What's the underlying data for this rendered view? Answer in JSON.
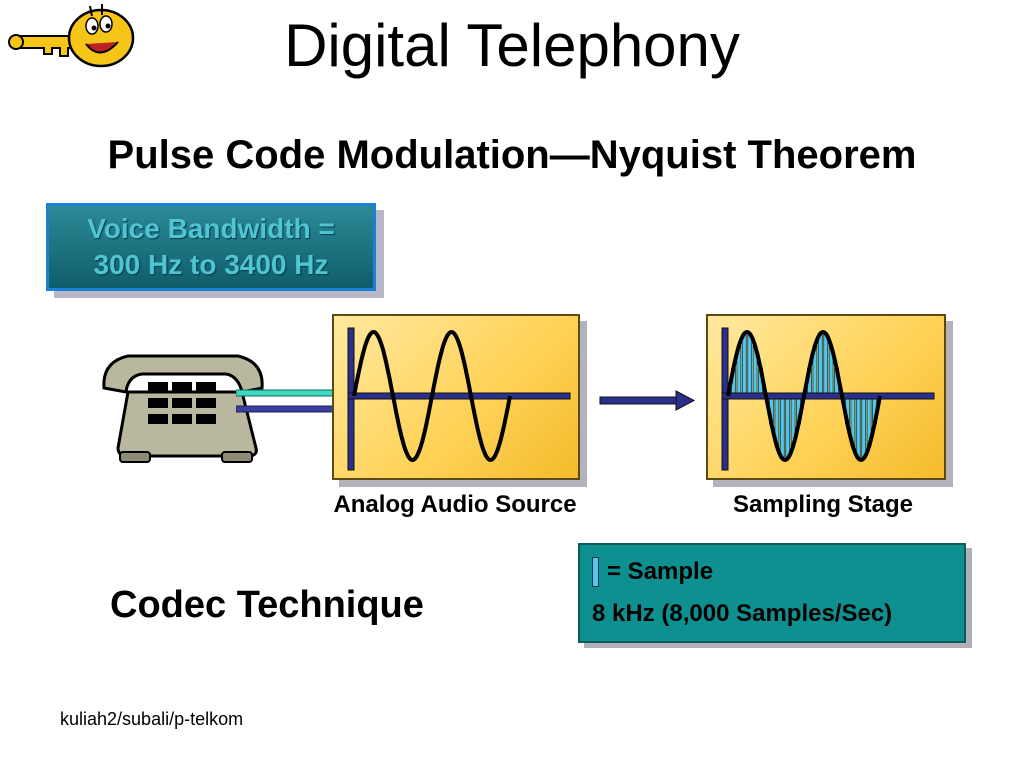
{
  "slide": {
    "title": "Digital Telephony",
    "subtitle": "Pulse Code Modulation—Nyquist Theorem",
    "bandwidth_note": {
      "line1": "Voice Bandwidth =",
      "line2": "300 Hz to 3400 Hz"
    },
    "stages": {
      "analog_caption": "Analog Audio Source",
      "sampling_caption": "Sampling Stage"
    },
    "codec_label": "Codec Technique",
    "sample_legend": {
      "marker_meaning": "= Sample",
      "rate": "8 kHz (8,000 Samples/Sec)"
    },
    "footer": "kuliah2/subali/p-telkom"
  },
  "icons": {
    "logo": "key-character-icon",
    "telephone": "desk-telephone-icon",
    "arrow": "arrow-right-icon"
  },
  "colors": {
    "panel_fill": "#ffd35a",
    "wave_axis": "#2b2f8c",
    "sample_line": "#57c5e8",
    "teal_box": "#0f9090",
    "bandwidth_box": "#1a6f7c",
    "bandwidth_text": "#4fc4d2"
  }
}
